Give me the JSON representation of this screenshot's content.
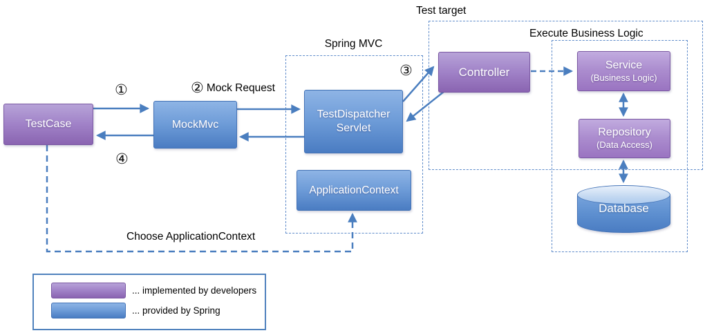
{
  "colors": {
    "purple-top": "#b7a3d8",
    "purple-bottom": "#8a64b1",
    "purple-border": "#7a58a2",
    "blue-top": "#8eb4e5",
    "blue-bottom": "#4a7cc2",
    "blue-border": "#4272b6",
    "region-border": "#5e8bca",
    "legend-border": "#4f81bd",
    "arrow": "#4a7ebf"
  },
  "regions": {
    "spring_mvc": {
      "label": "Spring MVC"
    },
    "test_target": {
      "label": "Test target"
    },
    "execute_business_logic": {
      "label": "Execute Business Logic"
    }
  },
  "nodes": {
    "testcase": {
      "label": "TestCase"
    },
    "mockmvc": {
      "label": "MockMvc"
    },
    "test_dispatcher_servlet": {
      "label": "TestDispatcher Servlet"
    },
    "application_context": {
      "label": "ApplicationContext"
    },
    "controller": {
      "label": "Controller"
    },
    "service": {
      "label": "Service",
      "sublabel": "(Business Logic)"
    },
    "repository": {
      "label": "Repository",
      "sublabel": "(Data Access)"
    },
    "database": {
      "label": "Database"
    }
  },
  "annotations": {
    "step1": "①",
    "step2_marker": "②",
    "step2_text": "Mock Request",
    "step3": "③",
    "step4": "④",
    "choose_context": "Choose ApplicationContext"
  },
  "legend": {
    "items": [
      {
        "swatch": "purple",
        "label": "... implemented by developers"
      },
      {
        "swatch": "blue",
        "label": "... provided by Spring"
      }
    ]
  }
}
